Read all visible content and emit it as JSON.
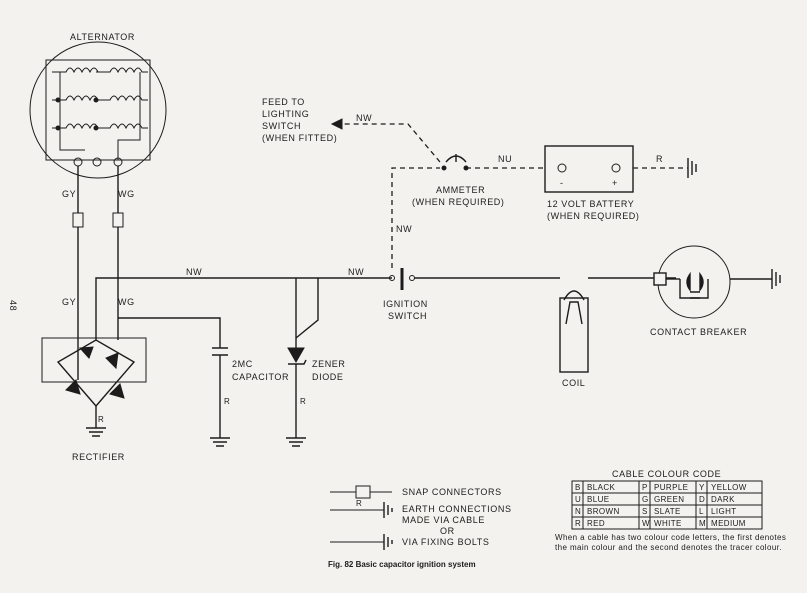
{
  "page_number": "48",
  "caption": "Fig. 82   Basic capacitor ignition system",
  "labels": {
    "alternator": "ALTERNATOR",
    "feed_line1": "FEED TO",
    "feed_line2": "LIGHTING",
    "feed_line3": "SWITCH",
    "feed_line4": "(WHEN FITTED)",
    "ammeter_line1": "AMMETER",
    "ammeter_line2": "(WHEN REQUIRED)",
    "battery_line1": "12 VOLT BATTERY",
    "battery_line2": "(WHEN REQUIRED)",
    "battery_minus": "-",
    "battery_plus": "+",
    "ignition_line1": "IGNITION",
    "ignition_line2": "SWITCH",
    "capacitor_line1": "2MC",
    "capacitor_line2": "CAPACITOR",
    "zener_line1": "ZENER",
    "zener_line2": "DIODE",
    "rectifier": "RECTIFIER",
    "coil": "COIL",
    "contact_breaker": "CONTACT BREAKER"
  },
  "wire_codes": {
    "gy_top": "GY",
    "wg_top": "WG",
    "gy_bottom": "GY",
    "wg_bottom": "WG",
    "nw_feed": "NW",
    "nu_battery": "NU",
    "r_battery": "R",
    "nw_vertical": "NW",
    "nw_zener": "NW",
    "nw_switch": "NW",
    "r_capacitor": "R",
    "r_zener": "R",
    "r_rectifier": "R"
  },
  "legend": {
    "snap": "SNAP CONNECTORS",
    "earth_r": "R",
    "earth_line1": "EARTH  CONNECTIONS",
    "earth_line2": "MADE VIA CABLE",
    "earth_or": "OR",
    "earth_line3": "VIA FIXING BOLTS"
  },
  "colour_code": {
    "title": "CABLE COLOUR CODE",
    "rows": [
      [
        [
          "B",
          "BLACK"
        ],
        [
          "P",
          "PURPLE"
        ],
        [
          "Y",
          "YELLOW"
        ]
      ],
      [
        [
          "U",
          "BLUE"
        ],
        [
          "G",
          "GREEN"
        ],
        [
          "D",
          "DARK"
        ]
      ],
      [
        [
          "N",
          "BROWN"
        ],
        [
          "S",
          "SLATE"
        ],
        [
          "L",
          "LIGHT"
        ]
      ],
      [
        [
          "R",
          "RED"
        ],
        [
          "W",
          "WHITE"
        ],
        [
          "M",
          "MEDIUM"
        ]
      ]
    ],
    "note_line1": "When a cable has two colour code letters, the first denotes",
    "note_line2": "the main colour and the second denotes the tracer colour."
  }
}
